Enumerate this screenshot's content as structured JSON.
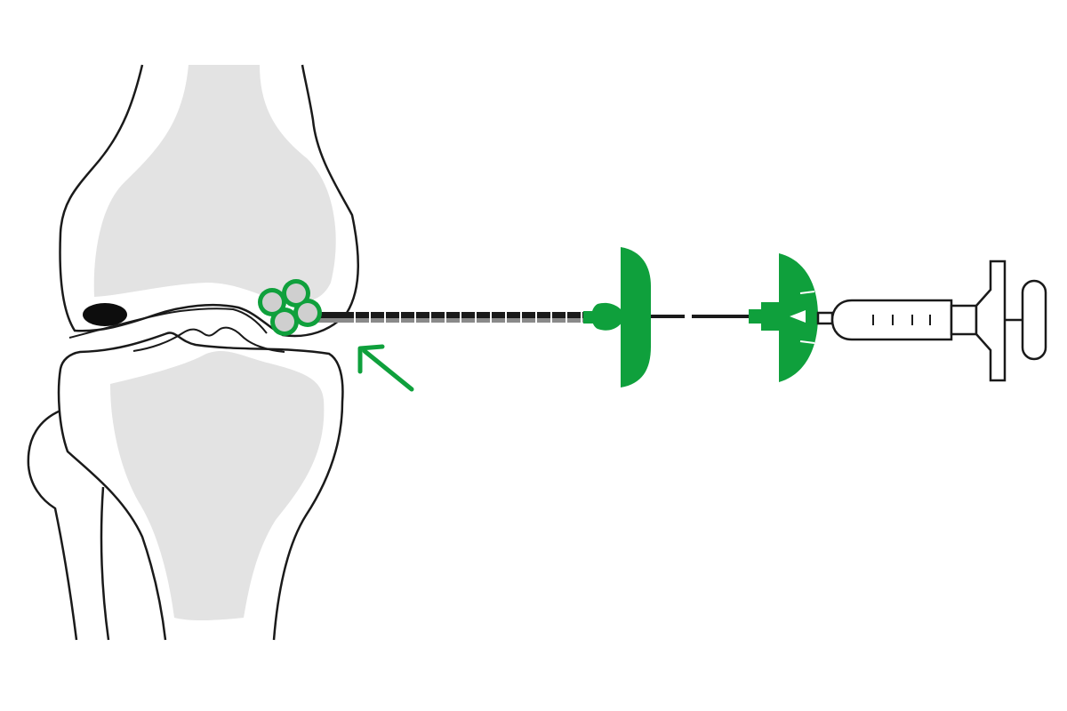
{
  "diagram": {
    "subject": "knee-joint-injection",
    "colors": {
      "background": "#ffffff",
      "outline": "#1a1a1a",
      "bone_fill": "#e3e3e3",
      "accent_green": "#0fa03c",
      "cell_fill": "#cfcfcf",
      "needle_stripe": "#ffffff"
    },
    "icons": [
      "femur-bone",
      "tibia-bone",
      "fibula-bone",
      "cell-cluster",
      "pointer-arrow",
      "catheter-needle",
      "green-clamp",
      "green-connector",
      "syringe"
    ],
    "texts": []
  }
}
